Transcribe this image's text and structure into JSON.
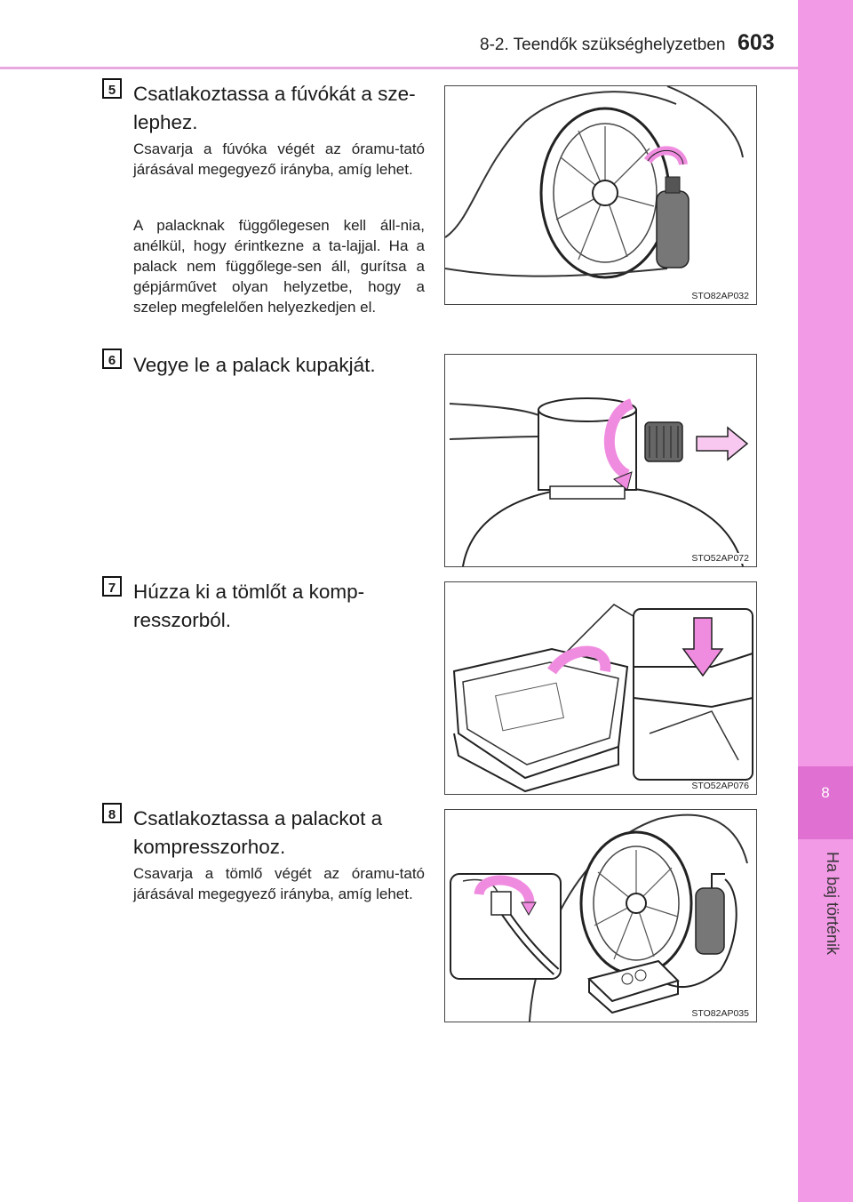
{
  "header": {
    "section_title": "8-2. Teendők szükséghelyzetben",
    "page_number": "603"
  },
  "side_tab": {
    "chapter_number": "8",
    "chapter_title": "Ha baj történik"
  },
  "steps": [
    {
      "number": "5",
      "title": "Csatlakoztassa a fúvókát a sze-\nlephez.",
      "paragraphs": [
        "Csavarja a fúvóka végét az óramu-tató járásával megegyező irányba, amíg lehet.",
        "A palacknak függőlegesen kell áll-nia, anélkül, hogy érintkezne a ta-lajjal. Ha a palack nem függőlege-sen áll, gurítsa a gépjárművet olyan helyzetbe, hogy a szelep megfelelően helyezkedjen el."
      ],
      "figure_code": "STO82AP032"
    },
    {
      "number": "6",
      "title": "Vegye le a palack kupakját.",
      "paragraphs": [],
      "figure_code": "STO52AP072"
    },
    {
      "number": "7",
      "title": "Húzza ki a tömlőt a komp-\nresszorból.",
      "paragraphs": [],
      "figure_code": "STO52AP076"
    },
    {
      "number": "8",
      "title": "Csatlakoztassa a palackot a\nkompresszorhoz.",
      "paragraphs": [
        "Csavarja a tömlő végét az óramu-tató járásával megegyező irányba, amíg lehet."
      ],
      "figure_code": "STO82AP035"
    }
  ],
  "colors": {
    "tab": "#f39ae6",
    "tab_dark": "#e071d2",
    "arrow": "#f08ce0",
    "rule": "#e9a8e0"
  }
}
